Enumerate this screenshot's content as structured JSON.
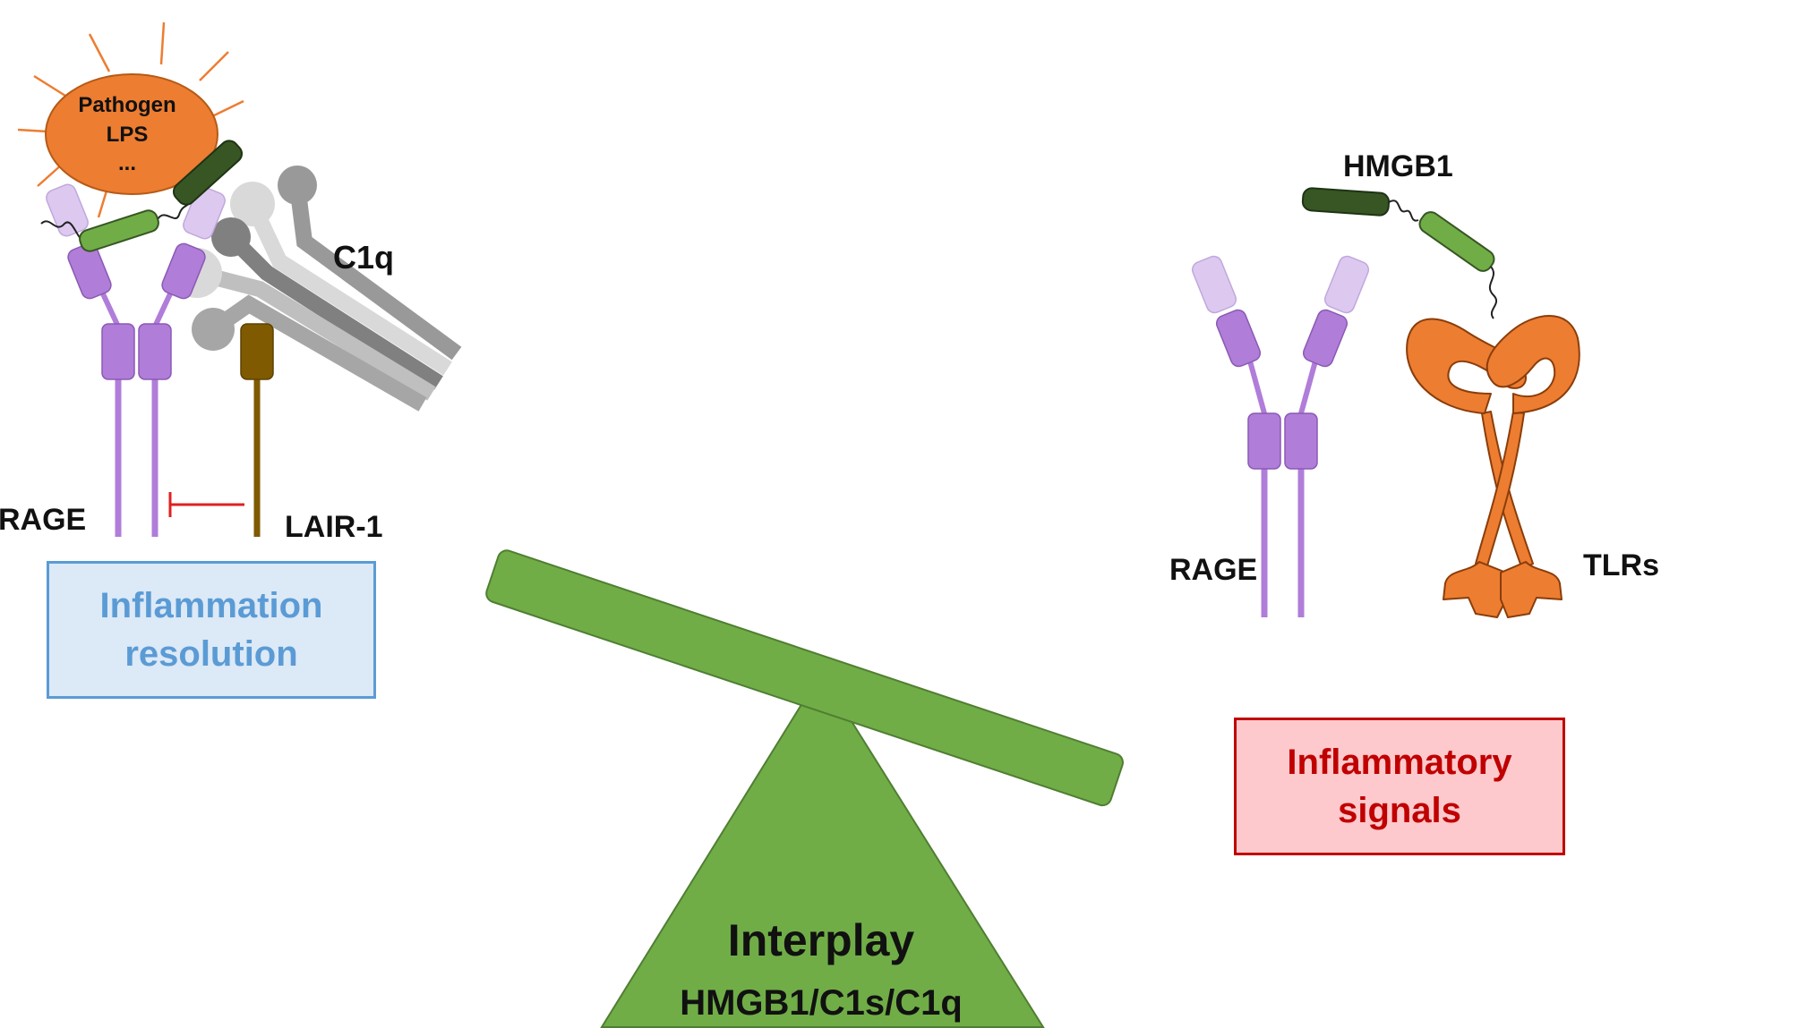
{
  "left": {
    "pathogen": {
      "line1": "Pathogen",
      "line2": "LPS",
      "line3": "..."
    },
    "c1q_label": "C1q",
    "rage_label": "RAGE",
    "lair1_label": "LAIR-1"
  },
  "right": {
    "hmgb1_label": "HMGB1",
    "rage_label": "RAGE",
    "tlrs_label": "TLRs"
  },
  "outcomes": {
    "resolution": {
      "line1": "Inflammation",
      "line2": "resolution"
    },
    "inflammatory": {
      "line1": "Inflammatory",
      "line2": "signals"
    }
  },
  "fulcrum": {
    "title": "Interplay",
    "subtitle": "HMGB1/C1s/C1q"
  },
  "colors": {
    "balance_green": "#70ad47",
    "rage_purple": "#b07dd9",
    "rage_light": "#ddc9f0",
    "hmgb1_dark": "#375623",
    "hmgb1_light": "#70ad47",
    "pathogen_orange": "#ed7d31",
    "lair1_brown": "#7f5a00",
    "inhibition_red": "#e02020",
    "resolution_blue": "#5b9bd5",
    "inflammatory_red": "#c00000"
  }
}
